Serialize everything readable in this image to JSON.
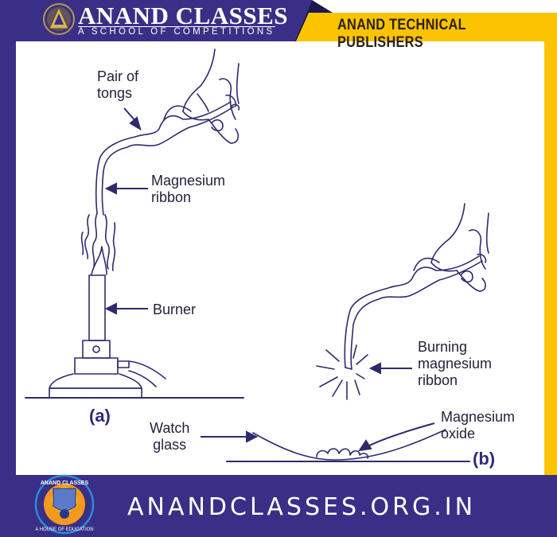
{
  "header": {
    "brand_title": "ANAND CLASSES",
    "brand_subtitle": "A SCHOOL OF  COMPETITIONS",
    "publisher": "ANAND TECHNICAL PUBLISHERS"
  },
  "footer": {
    "url": "ANANDCLASSES.ORG.IN",
    "emblem_top_text": "ANAND CLASSES",
    "emblem_bottom_text": "A HOUSE OF EDUCATION"
  },
  "diagram": {
    "labels": {
      "tongs": [
        "Pair of",
        "tongs"
      ],
      "ribbon": [
        "Magnesium",
        "ribbon"
      ],
      "burner": "Burner",
      "burning": [
        "Burning",
        "magnesium",
        "ribbon"
      ],
      "watch_glass": [
        "Watch",
        "glass"
      ],
      "oxide": [
        "Magnesium",
        "oxide"
      ]
    },
    "tags": {
      "a": "(a)",
      "b": "(b)"
    }
  },
  "colors": {
    "brand_purple": "#3a2f86",
    "brand_yellow": "#fcc400",
    "ink": "#2e2a6e"
  }
}
